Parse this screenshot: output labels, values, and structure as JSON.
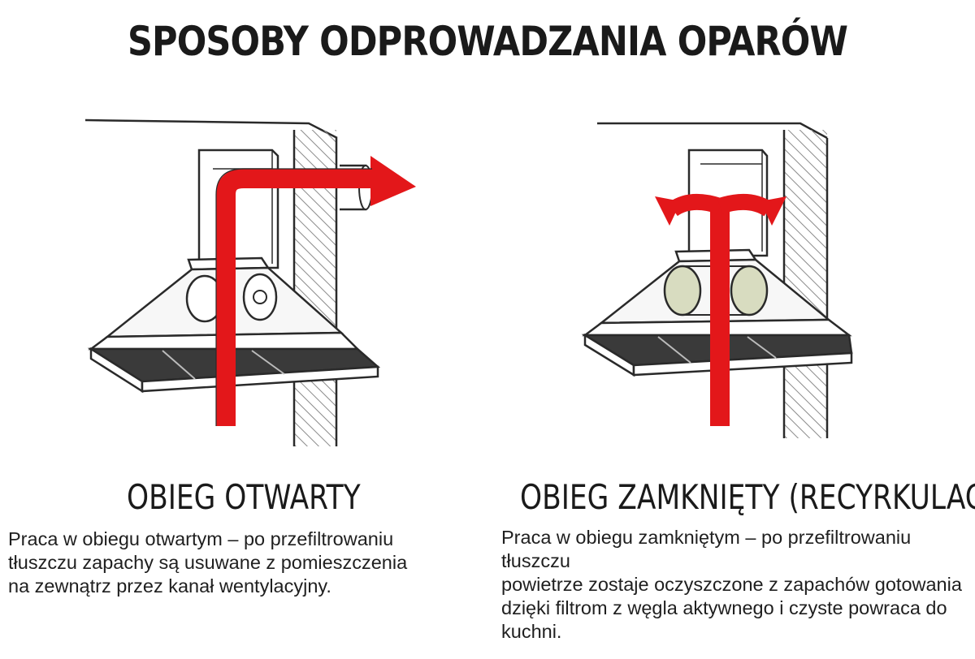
{
  "title": "SPOSOBY ODPROWADZANIA OPARÓW",
  "panels": [
    {
      "heading": "OBIEG OTWARTY",
      "description_lines": [
        "Praca w obiegu otwartym – po przefiltrowaniu",
        "tłuszczu zapachy są usuwane z pomieszczenia",
        "na zewnątrz przez kanał wentylacyjny."
      ]
    },
    {
      "heading": "OBIEG ZAMKNIĘTY (RECYRKULACJA)",
      "description_lines": [
        "Praca w obiegu zamkniętym – po przefiltrowaniu tłuszczu",
        "powietrze zostaje oczyszczone z zapachów gotowania",
        "dzięki filtrom z węgla aktywnego i czyste powraca do",
        "kuchni."
      ]
    }
  ],
  "colors": {
    "airflow": "#e3171a",
    "line": "#2a2a2a",
    "hatch": "#8a8a8a",
    "filter": "#d8dcc0"
  }
}
